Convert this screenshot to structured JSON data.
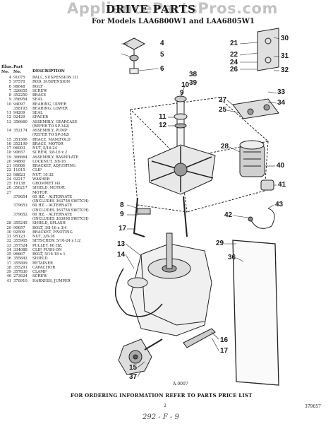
{
  "watermark": "AppliancePartsPros.com",
  "header": {
    "title": "DRIVE PARTS",
    "models": "For Models LAA6800W1 and LAA6805W1"
  },
  "parts_list": {
    "col_headers": [
      "Illus.\nNo.",
      "Part\nNo.",
      "DESCRIPTION"
    ],
    "rows": [
      [
        "4",
        "91075",
        "BALL, SUSPENSION (3)"
      ],
      [
        "5",
        "97570",
        "ROD, SUSPENSION"
      ],
      [
        "6",
        "98648",
        "BOLT"
      ],
      [
        "7",
        "326655",
        "SCREW"
      ],
      [
        "8",
        "352250",
        "BRACE"
      ],
      [
        "9",
        "356954",
        "SEAL"
      ],
      [
        "10",
        "94097",
        "BEARING, UPPER"
      ],
      [
        "",
        "358193",
        "BEARING, LOWER"
      ],
      [
        "11",
        "94209",
        "SEAL"
      ],
      [
        "12",
        "92429",
        "SPACER"
      ],
      [
        "13",
        "356660",
        "ASSEMBLY, GEARCASE"
      ],
      [
        "",
        "",
        "(REFER TO SP-342)"
      ],
      [
        "14",
        "352174",
        "ASSEMBLY, PUMP"
      ],
      [
        "",
        "",
        "(REFER TO SP-342)"
      ],
      [
        "15",
        "351506",
        "BRACE, MANIFOLD"
      ],
      [
        "16",
        "352199",
        "BRACE, MOTOR"
      ],
      [
        "17",
        "96003",
        "NUT, 5/16-24"
      ],
      [
        "18",
        "90657",
        "SCREW, 3/8-16 x 2"
      ],
      [
        "19",
        "366664",
        "ASSEMBLY, BASEPLATE"
      ],
      [
        "20",
        "94860",
        "LOCKNUT, 3/8-16"
      ],
      [
        "21",
        "95086",
        "BRACKET, ADJUSTING"
      ],
      [
        "22",
        "11015",
        "CLIP"
      ],
      [
        "23",
        "98823",
        "NUT, 10-32"
      ],
      [
        "24",
        "92217",
        "WASHER"
      ],
      [
        "25",
        "19138",
        "GROMMET (4)"
      ],
      [
        "26",
        "356217",
        "SHIELD, MOTOR"
      ],
      [
        "27",
        "",
        "MOTOR"
      ],
      [
        "",
        "379654",
        "60 HZ. - ALTERNATE"
      ],
      [
        "",
        "",
        "(INCLUDES 363758 SWITCH)"
      ],
      [
        "",
        "379653",
        "60 HZ. - ALTERNATE"
      ],
      [
        "",
        "",
        "(INCLUDES 363758 SWITCH)"
      ],
      [
        "",
        "379652",
        "60 HZ. - ALTERNATE"
      ],
      [
        "",
        "",
        "(INCLUDES 363098 SWITCH)"
      ],
      [
        "28",
        "355245",
        "SHIELD, SPLASH"
      ],
      [
        "29",
        "90657",
        "BOLT, 3/8-16 x 3/4"
      ],
      [
        "30",
        "92509",
        "BRACKET, PIVOTING"
      ],
      [
        "31",
        "95123",
        "NUT, 3/8-16"
      ],
      [
        "32",
        "355905",
        "SETSCREW, 5/16-24 x 1/2"
      ],
      [
        "33",
        "357524",
        "PULLEY, 60 HZ."
      ],
      [
        "34",
        "334088",
        "CLIP, PUSH-ON"
      ],
      [
        "35",
        "96667",
        "BOLT, 5/16-18 x 1"
      ],
      [
        "36",
        "355842",
        "SHIELD"
      ],
      [
        "37",
        "355899",
        "RETAINER"
      ],
      [
        "38",
        "355291",
        "CAPACITOR"
      ],
      [
        "39",
        "357830",
        "CLAMP"
      ],
      [
        "40",
        "273624",
        "SCREW"
      ],
      [
        "41",
        "370910",
        "HARNESS, JUMPER"
      ]
    ]
  },
  "callouts": {
    "left": [
      "4",
      "5",
      "6",
      "10",
      "9",
      "11",
      "12",
      "8",
      "9",
      "17",
      "13",
      "14",
      "15",
      "37",
      "16",
      "17"
    ],
    "right": [
      "30",
      "31",
      "32",
      "21",
      "22",
      "24",
      "26",
      "38",
      "39",
      "33",
      "34",
      "27",
      "25",
      "28",
      "40",
      "41",
      "43",
      "42",
      "29",
      "36"
    ]
  },
  "figure_label": "A-0007",
  "footer": {
    "notice": "FOR ORDERING INFORMATION REFER TO PARTS PRICE LIST",
    "page": "2",
    "drawing_no": "379057",
    "handwritten": "292 - F - 9"
  }
}
